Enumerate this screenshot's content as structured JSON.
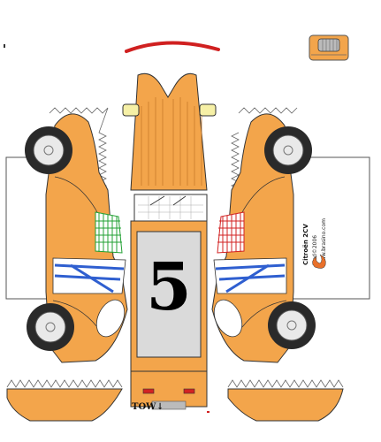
{
  "model": {
    "race_number": "5",
    "car_name": "Citroën 2CV",
    "author": "Fred©2006",
    "website": "www.brasino.com",
    "tow_label": "TOW",
    "tow_arrow": "↓"
  },
  "colors": {
    "body": "#f3a54b",
    "outline": "#333333",
    "hood_lines": "#c97a2a",
    "number_panel": "#dadada",
    "window_blue": "#2f5fd0",
    "red_net": "#d22222",
    "green_net": "#22a033",
    "lamp": "#f6f0a6",
    "roof_arc": "#d02020",
    "tire": "#2a2a2a",
    "wheel": "#e9e9e9"
  },
  "icons": {
    "logo": "flame-logo-icon",
    "grille": "grille-icon",
    "arrow": "tow-arrow-icon"
  }
}
